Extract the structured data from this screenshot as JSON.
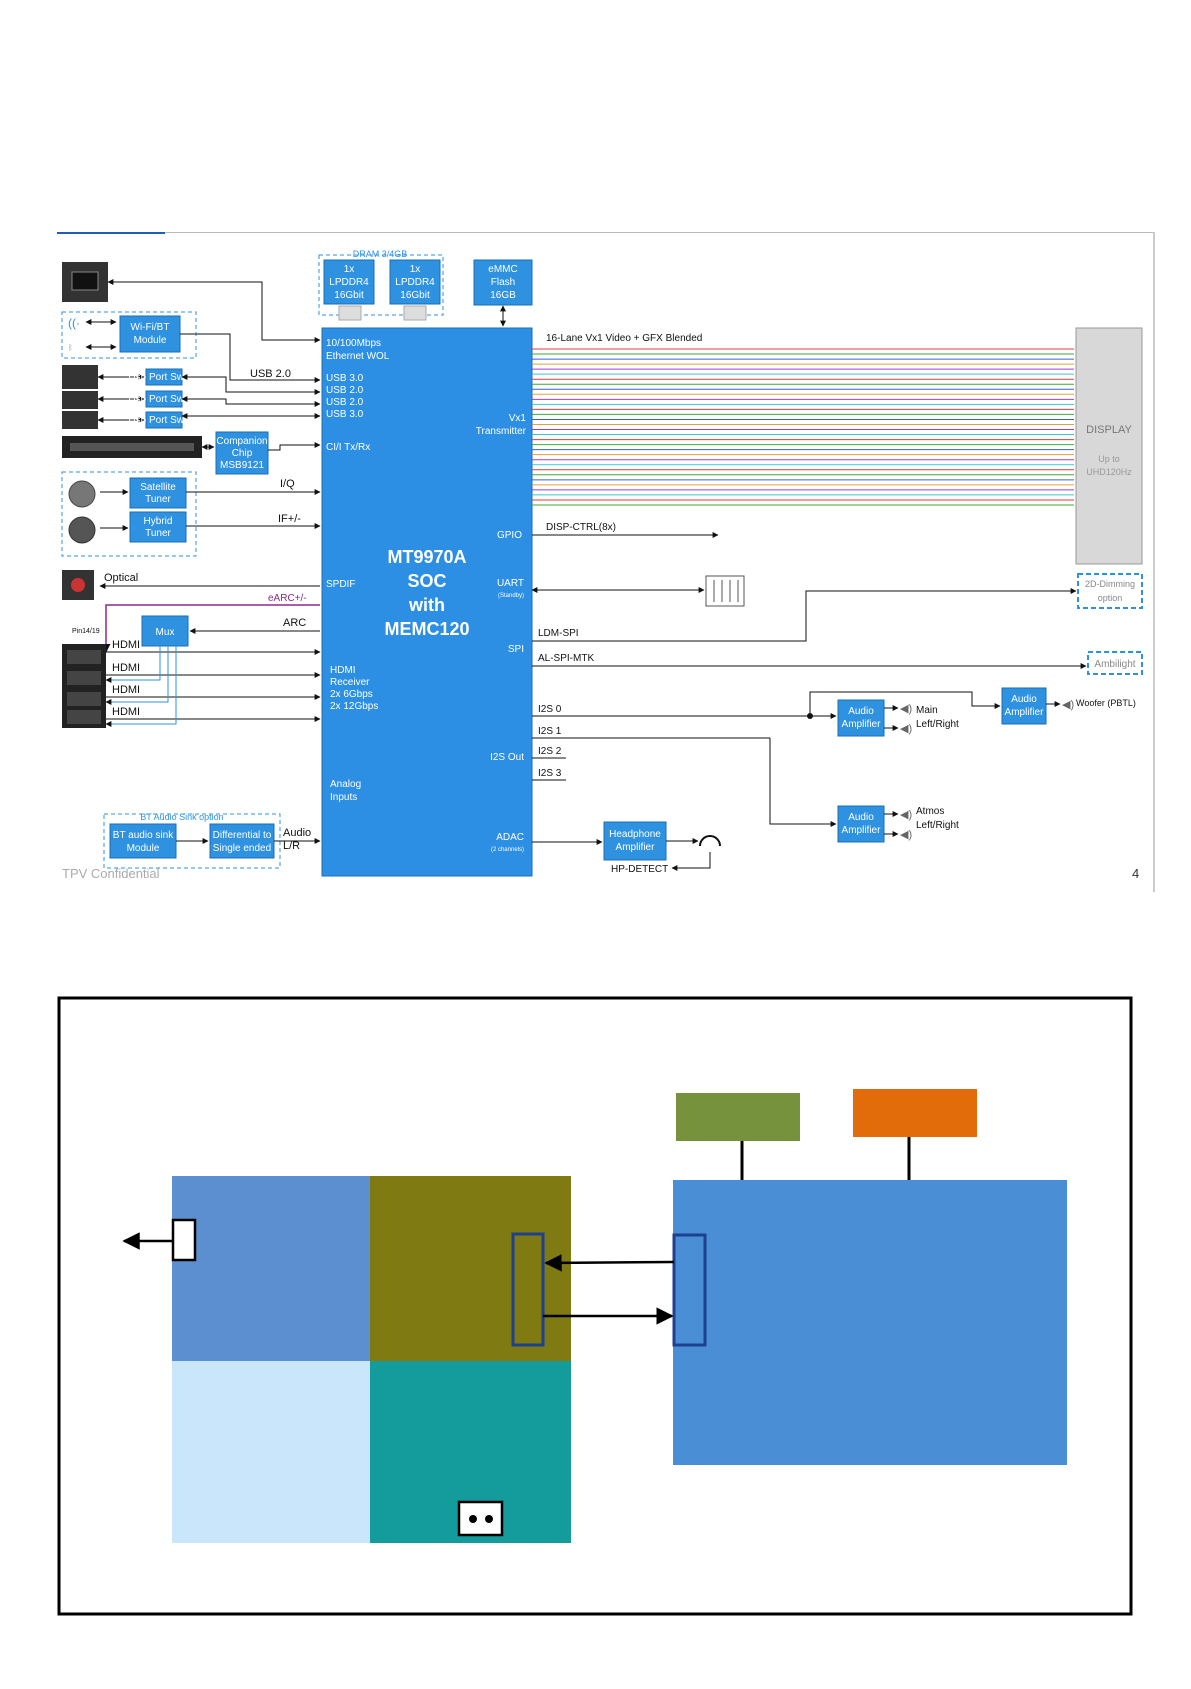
{
  "top_diagram": {
    "dram_header": "DRAM 3/4GB",
    "dram1": {
      "line1": "1x",
      "line2": "LPDDR4",
      "line3": "16Gbit"
    },
    "dram2": {
      "line1": "1x",
      "line2": "LPDDR4",
      "line3": "16Gbit"
    },
    "emmc": {
      "line1": "eMMC",
      "line2": "Flash",
      "line3": "16GB"
    },
    "wifi_module": {
      "line1": "Wi-Fi/BT",
      "line2": "Module"
    },
    "usb_switch_label": "Usb Port Switch",
    "companion_chip": {
      "line1": "Companion",
      "line2": "Chip",
      "line3": "MSB9121"
    },
    "satellite_tuner": {
      "line1": "Satellite",
      "line2": "Tuner"
    },
    "hybrid_tuner": {
      "line1": "Hybrid",
      "line2": "Tuner"
    },
    "mux": "Mux",
    "bt_audio_group_label": "BT Audio Sink option",
    "bt_sink_module": {
      "line1": "BT audio sink",
      "line2": "Module"
    },
    "differential": {
      "line1": "Differential to",
      "line2": "Single ended"
    },
    "soc": {
      "line1": "MT9970A",
      "line2": "SOC",
      "line3": "with",
      "line4": "MEMC120"
    },
    "soc_ports": {
      "ethernet": "10/100Mbps",
      "ethernet2": "Ethernet WOL",
      "usb1": "USB 3.0",
      "usb2": "USB 2.0",
      "usb3": "USB 2.0",
      "usb4": "USB 3.0",
      "ci": "CI/I Tx/Rx",
      "vx1a": "Vx1",
      "vx1b": "Transmitter",
      "gpio": "GPIO",
      "spdif": "SPDIF",
      "uart": "UART",
      "uart_sub": "(Standby)",
      "spi": "SPI",
      "hdmi_rx1": "HDMI",
      "hdmi_rx2": "Receiver",
      "hdmi_rx3": "2x 6Gbps",
      "hdmi_rx4": "2x 12Gbps",
      "i2s_out": "I2S Out",
      "analog1": "Analog",
      "analog2": "Inputs",
      "adac": "ADAC",
      "adac_sub": "(2 channels)"
    },
    "left_labels": {
      "usb20": "USB 2.0",
      "iq": "I/Q",
      "if": "IF+/-",
      "optical": "Optical",
      "earc": "eARC+/-",
      "arc": "ARC",
      "pin": "Pin14/19",
      "hdmi": "HDMI",
      "audio_lr1": "Audio",
      "audio_lr2": "L/R"
    },
    "right_labels": {
      "vx1_bus": "16-Lane Vx1 Video + GFX Blended",
      "disp_ctrl": "DISP-CTRL(8x)",
      "ldm_spi": "LDM-SPI",
      "al_spi": "AL-SPI-MTK",
      "i2s0": "I2S 0",
      "i2s1": "I2S 1",
      "i2s2": "I2S 2",
      "i2s3": "I2S 3",
      "hp_detect": "HP-DETECT"
    },
    "display": {
      "title": "DISPLAY",
      "sub1": "Up to",
      "sub2": "UHD120Hz"
    },
    "dimming": {
      "line1": "2D-Dimming",
      "line2": "option"
    },
    "ambilight": "Ambilight",
    "audio_amp": {
      "line1": "Audio",
      "line2": "Amplifier"
    },
    "headphone_amp": {
      "line1": "Headphone",
      "line2": "Amplifier"
    },
    "main_out": {
      "line1": "Main",
      "line2": "Left/Right"
    },
    "atmos_out": {
      "line1": "Atmos",
      "line2": "Left/Right"
    },
    "woofer": "Woofer (PBTL)",
    "footer_left": "TPV Confidential",
    "page_number": "4"
  },
  "colors": {
    "block_blue": "#2f92e0",
    "dark_blue": "#1a6fb8",
    "earc_purple": "#8a2a8a",
    "panel_blue": "#4a8fd6",
    "olive": "#7f7a12",
    "light_blue": "#c9e6fa",
    "teal": "#149c9c",
    "green_box": "#77923c",
    "orange_box": "#e36c0a",
    "outline_blue": "#1f3f8f"
  }
}
